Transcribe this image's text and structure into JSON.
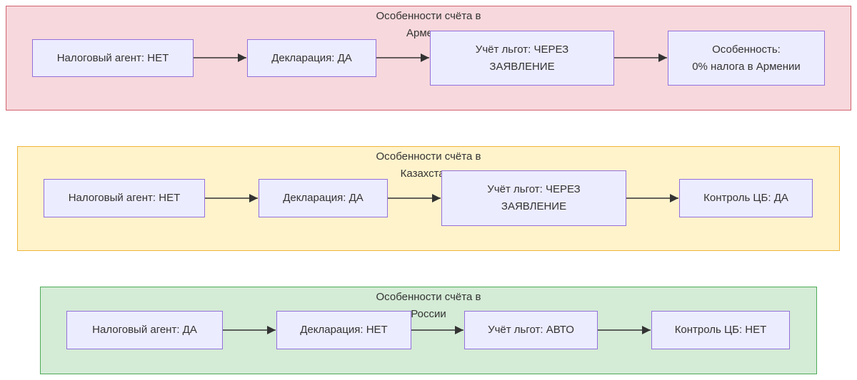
{
  "groups": [
    {
      "title_lines": [
        "Особенности счёта в",
        "Армении"
      ],
      "fill": "#F7D8DC",
      "stroke": "#D0636E",
      "nodes": [
        {
          "lines": [
            "Налоговый агент: НЕТ"
          ]
        },
        {
          "lines": [
            "Декларация: ДА"
          ]
        },
        {
          "lines": [
            "Учёт льгот: ЧЕРЕЗ",
            "ЗАЯВЛЕНИЕ"
          ]
        },
        {
          "lines": [
            "Особенность:",
            "0% налога в Армении"
          ]
        }
      ]
    },
    {
      "title_lines": [
        "Особенности счёта в",
        "Казахстане"
      ],
      "fill": "#FFF3CC",
      "stroke": "#F0B43A",
      "nodes": [
        {
          "lines": [
            "Налоговый агент: НЕТ"
          ]
        },
        {
          "lines": [
            "Декларация: ДА"
          ]
        },
        {
          "lines": [
            "Учёт льгот: ЧЕРЕЗ",
            "ЗАЯВЛЕНИЕ"
          ]
        },
        {
          "lines": [
            "Контроль ЦБ: ДА"
          ]
        }
      ]
    },
    {
      "title_lines": [
        "Особенности счёта в",
        "России"
      ],
      "fill": "#D4EBD6",
      "stroke": "#4DAA57",
      "nodes": [
        {
          "lines": [
            "Налоговый агент: ДА"
          ]
        },
        {
          "lines": [
            "Декларация: НЕТ"
          ]
        },
        {
          "lines": [
            "Учёт льгот: АВТО"
          ]
        },
        {
          "lines": [
            "Контроль ЦБ: НЕТ"
          ]
        }
      ]
    }
  ],
  "colors": {
    "node_fill": "#ECECFF",
    "node_stroke": "#9370DB",
    "edge": "#333333"
  }
}
